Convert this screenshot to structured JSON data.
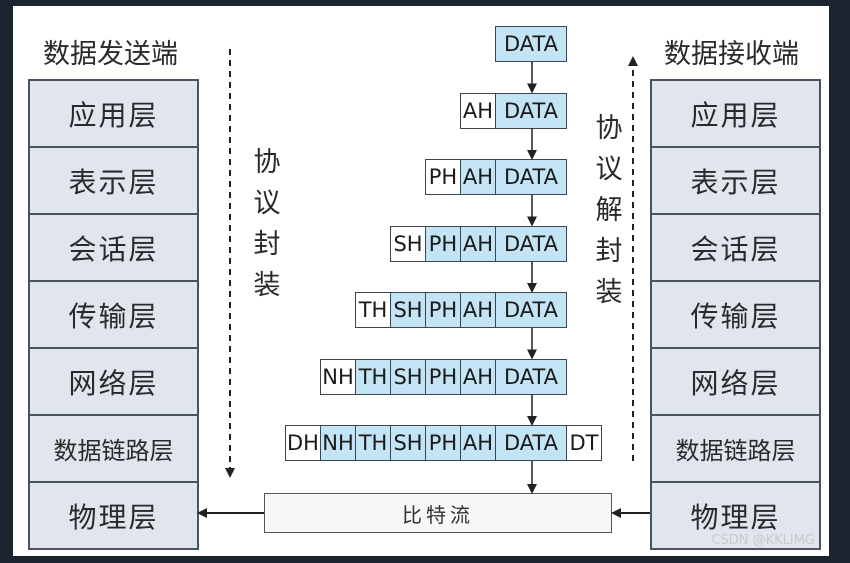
{
  "sender": {
    "title": "数据发送端",
    "layers": [
      "应用层",
      "表示层",
      "会话层",
      "传输层",
      "网络层",
      "数据链路层",
      "物理层"
    ]
  },
  "receiver": {
    "title": "数据接收端",
    "layers": [
      "应用层",
      "表示层",
      "会话层",
      "传输层",
      "网络层",
      "数据链路层",
      "物理层"
    ]
  },
  "encap_label": [
    "协",
    "议",
    "封",
    "装"
  ],
  "decap_label": [
    "协",
    "议",
    "解",
    "封",
    "装"
  ],
  "rows": [
    {
      "white": [],
      "blue": [],
      "data": "DATA",
      "trailer": ""
    },
    {
      "white": [
        "AH"
      ],
      "blue": [],
      "data": "DATA",
      "trailer": ""
    },
    {
      "white": [
        "PH"
      ],
      "blue": [
        "AH"
      ],
      "data": "DATA",
      "trailer": ""
    },
    {
      "white": [
        "SH"
      ],
      "blue": [
        "PH",
        "AH"
      ],
      "data": "DATA",
      "trailer": ""
    },
    {
      "white": [
        "TH"
      ],
      "blue": [
        "SH",
        "PH",
        "AH"
      ],
      "data": "DATA",
      "trailer": ""
    },
    {
      "white": [
        "NH"
      ],
      "blue": [
        "TH",
        "SH",
        "PH",
        "AH"
      ],
      "data": "DATA",
      "trailer": ""
    },
    {
      "white": [
        "DH"
      ],
      "blue": [
        "NH",
        "TH",
        "SH",
        "PH",
        "AH"
      ],
      "data": "DATA",
      "trailer": "DT"
    }
  ],
  "bitstream": "比特流",
  "watermark": "CSDN @KKLIMG"
}
